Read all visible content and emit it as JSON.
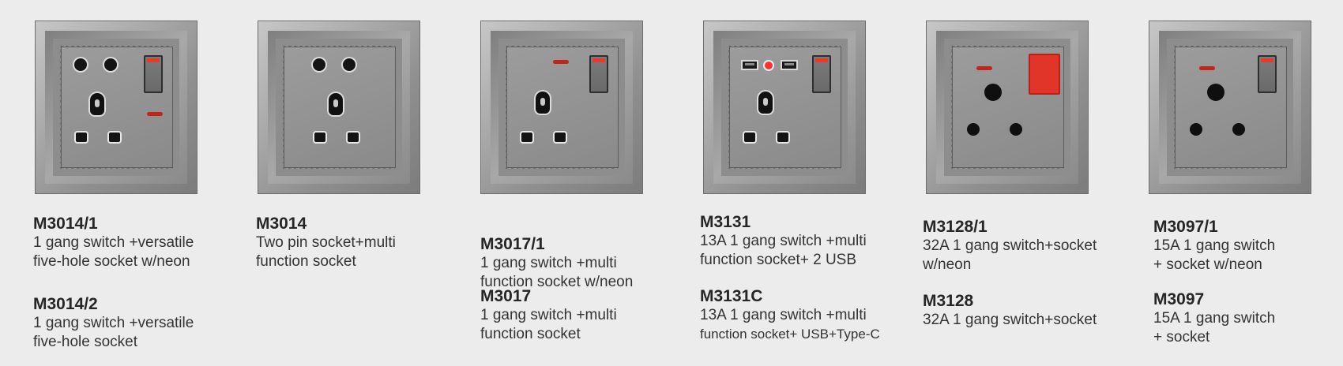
{
  "products": [
    {
      "entries": [
        {
          "code": "M3014/1",
          "lines": [
            "1 gang switch +versatile",
            "five-hole socket w/neon"
          ]
        },
        {
          "code": "M3014/2",
          "lines": [
            "1 gang switch +versatile",
            "five-hole socket"
          ]
        }
      ]
    },
    {
      "entries": [
        {
          "code": "M3014",
          "lines": [
            "Two pin socket+multi",
            "function socket"
          ]
        }
      ]
    },
    {
      "entries": [
        {
          "code": "M3017/1",
          "lines": [
            "1 gang switch +multi",
            "function socket w/neon"
          ]
        },
        {
          "code": "M3017",
          "lines": [
            "1 gang switch +multi",
            "function socket"
          ]
        }
      ]
    },
    {
      "entries": [
        {
          "code": "M3131",
          "lines": [
            "13A 1 gang switch +multi",
            "function socket+ 2 USB"
          ]
        },
        {
          "code": "M3131C",
          "lines": [
            "13A 1 gang switch +multi",
            "function socket+ USB+Type-C"
          ]
        }
      ]
    },
    {
      "entries": [
        {
          "code": "M3128/1",
          "lines": [
            "32A 1 gang switch+socket",
            "w/neon"
          ]
        },
        {
          "code": "M3128",
          "lines": [
            "32A 1 gang switch+socket"
          ]
        }
      ]
    },
    {
      "entries": [
        {
          "code": "M3097/1",
          "lines": [
            "15A 1 gang switch",
            "+ socket w/neon"
          ]
        },
        {
          "code": "M3097",
          "lines": [
            "15A 1 gang switch",
            "+ socket"
          ]
        }
      ]
    }
  ],
  "colors": {
    "accent": "#e63b2b",
    "plate": "#9a9a9a",
    "background": "#ececec"
  }
}
